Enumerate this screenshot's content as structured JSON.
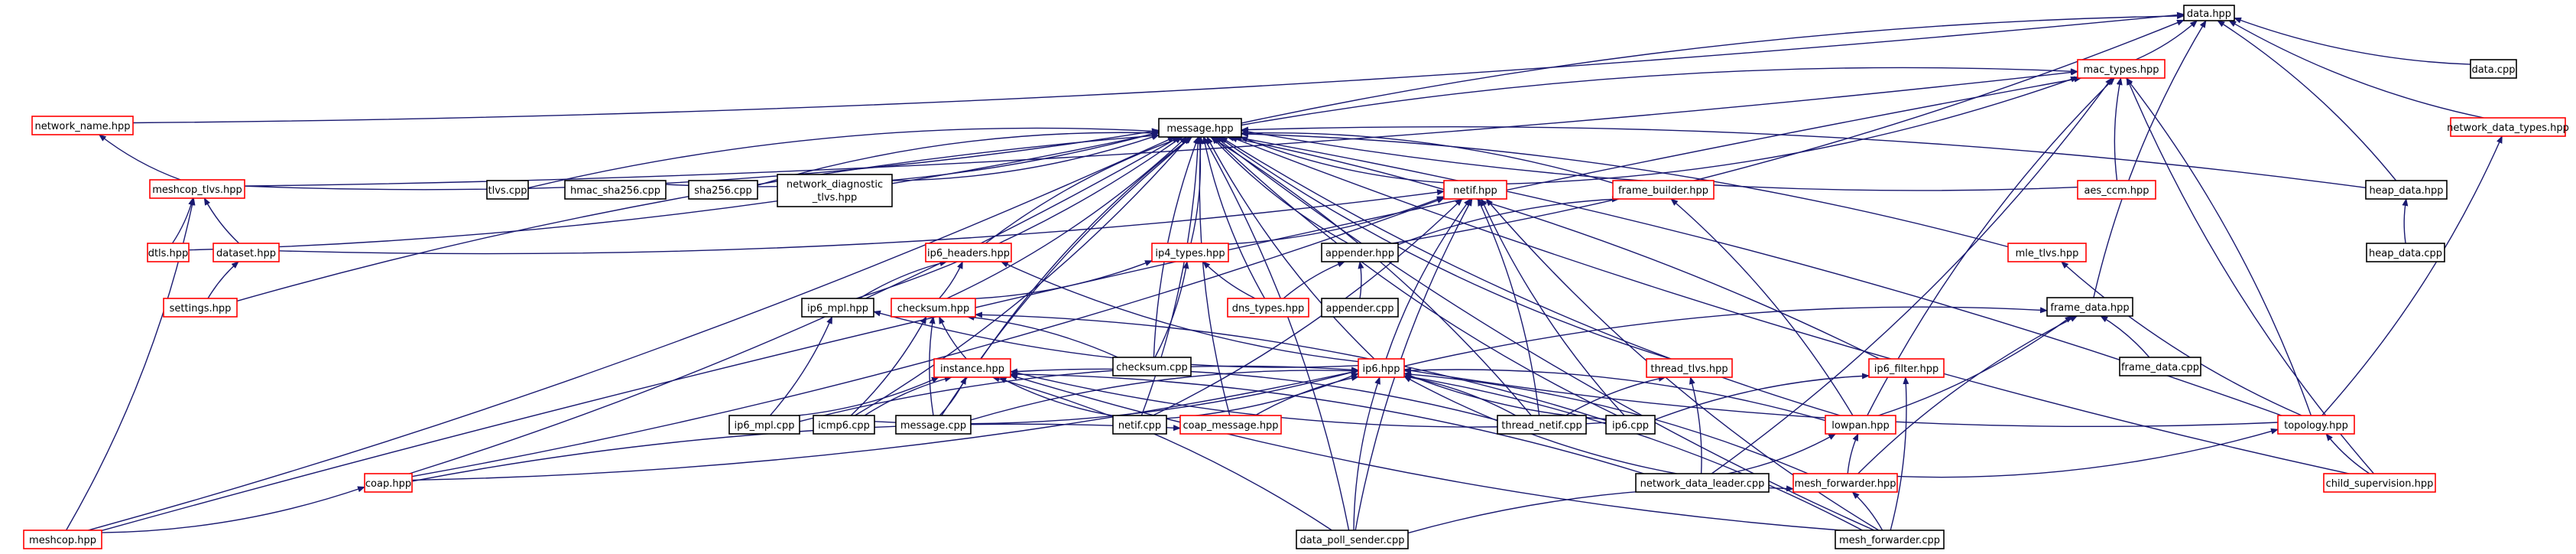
{
  "colors": {
    "edge": "#191970",
    "border_red": "#ff0000",
    "border_black": "#000000",
    "root_fill": "#bfbfbf",
    "background": "#ffffff"
  },
  "nodes": [
    {
      "id": "data_hpp",
      "label": "data.hpp",
      "style": "root"
    },
    {
      "id": "data_cpp",
      "label": "data.cpp",
      "style": "black"
    },
    {
      "id": "mac_types_hpp",
      "label": "mac_types.hpp",
      "style": "red"
    },
    {
      "id": "network_data_types_hpp",
      "label": "network_data_types.hpp",
      "style": "red"
    },
    {
      "id": "network_name_hpp",
      "label": "network_name.hpp",
      "style": "red"
    },
    {
      "id": "message_hpp",
      "label": "message.hpp",
      "style": "black"
    },
    {
      "id": "meshcop_tlvs_hpp",
      "label": "meshcop_tlvs.hpp",
      "style": "red"
    },
    {
      "id": "tlvs_cpp",
      "label": "tlvs.cpp",
      "style": "black"
    },
    {
      "id": "hmac_sha256_cpp",
      "label": "hmac_sha256.cpp",
      "style": "black"
    },
    {
      "id": "sha256_cpp",
      "label": "sha256.cpp",
      "style": "black"
    },
    {
      "id": "network_diagnostic_tlvs_hpp",
      "label": "network_diagnostic_tlvs.hpp",
      "style": "black"
    },
    {
      "id": "aes_ccm_hpp",
      "label": "aes_ccm.hpp",
      "style": "red"
    },
    {
      "id": "heap_data_hpp",
      "label": "heap_data.hpp",
      "style": "black"
    },
    {
      "id": "heap_data_cpp",
      "label": "heap_data.cpp",
      "style": "black"
    },
    {
      "id": "netif_hpp",
      "label": "netif.hpp",
      "style": "red"
    },
    {
      "id": "frame_builder_hpp",
      "label": "frame_builder.hpp",
      "style": "red"
    },
    {
      "id": "dtls_hpp",
      "label": "dtls.hpp",
      "style": "red"
    },
    {
      "id": "dataset_hpp",
      "label": "dataset.hpp",
      "style": "red"
    },
    {
      "id": "settings_hpp",
      "label": "settings.hpp",
      "style": "red"
    },
    {
      "id": "ip6_headers_hpp",
      "label": "ip6_headers.hpp",
      "style": "red"
    },
    {
      "id": "ip4_types_hpp",
      "label": "ip4_types.hpp",
      "style": "red"
    },
    {
      "id": "appender_hpp",
      "label": "appender.hpp",
      "style": "black"
    },
    {
      "id": "mle_tlvs_hpp",
      "label": "mle_tlvs.hpp",
      "style": "red"
    },
    {
      "id": "dns_types_hpp",
      "label": "dns_types.hpp",
      "style": "red"
    },
    {
      "id": "appender_cpp",
      "label": "appender.cpp",
      "style": "black"
    },
    {
      "id": "ip6_mpl_hpp",
      "label": "ip6_mpl.hpp",
      "style": "black"
    },
    {
      "id": "checksum_hpp",
      "label": "checksum.hpp",
      "style": "red"
    },
    {
      "id": "frame_data_hpp",
      "label": "frame_data.hpp",
      "style": "black"
    },
    {
      "id": "checksum_cpp",
      "label": "checksum.cpp",
      "style": "black"
    },
    {
      "id": "frame_data_cpp",
      "label": "frame_data.cpp",
      "style": "black"
    },
    {
      "id": "instance_hpp",
      "label": "instance.hpp",
      "style": "red"
    },
    {
      "id": "ip6_hpp",
      "label": "ip6.hpp",
      "style": "red"
    },
    {
      "id": "thread_tlvs_hpp",
      "label": "thread_tlvs.hpp",
      "style": "red"
    },
    {
      "id": "ip6_filter_hpp",
      "label": "ip6_filter.hpp",
      "style": "red"
    },
    {
      "id": "ip6_mpl_cpp",
      "label": "ip6_mpl.cpp",
      "style": "black"
    },
    {
      "id": "icmp6_cpp",
      "label": "icmp6.cpp",
      "style": "black"
    },
    {
      "id": "message_cpp",
      "label": "message.cpp",
      "style": "black"
    },
    {
      "id": "netif_cpp",
      "label": "netif.cpp",
      "style": "black"
    },
    {
      "id": "coap_message_hpp",
      "label": "coap_message.hpp",
      "style": "red"
    },
    {
      "id": "thread_netif_cpp",
      "label": "thread_netif.cpp",
      "style": "black"
    },
    {
      "id": "ip6_cpp",
      "label": "ip6.cpp",
      "style": "black"
    },
    {
      "id": "lowpan_hpp",
      "label": "lowpan.hpp",
      "style": "red"
    },
    {
      "id": "topology_hpp",
      "label": "topology.hpp",
      "style": "red"
    },
    {
      "id": "coap_hpp",
      "label": "coap.hpp",
      "style": "red"
    },
    {
      "id": "network_data_leader_cpp",
      "label": "network_data_leader.cpp",
      "style": "black"
    },
    {
      "id": "mesh_forwarder_hpp",
      "label": "mesh_forwarder.hpp",
      "style": "red"
    },
    {
      "id": "child_supervision_hpp",
      "label": "child_supervision.hpp",
      "style": "red"
    },
    {
      "id": "meshcop_hpp",
      "label": "meshcop.hpp",
      "style": "red"
    },
    {
      "id": "data_poll_sender_cpp",
      "label": "data_poll_sender.cpp",
      "style": "black"
    },
    {
      "id": "mesh_forwarder_cpp",
      "label": "mesh_forwarder.cpp",
      "style": "black"
    }
  ],
  "edges": [
    [
      "data_cpp",
      "data_hpp"
    ],
    [
      "mac_types_hpp",
      "data_hpp"
    ],
    [
      "network_data_types_hpp",
      "data_hpp"
    ],
    [
      "heap_data_hpp",
      "data_hpp"
    ],
    [
      "frame_data_hpp",
      "data_hpp"
    ],
    [
      "appender_hpp",
      "data_hpp"
    ],
    [
      "message_hpp",
      "data_hpp"
    ],
    [
      "network_name_hpp",
      "data_hpp"
    ],
    [
      "message_hpp",
      "mac_types_hpp"
    ],
    [
      "netif_hpp",
      "mac_types_hpp"
    ],
    [
      "aes_ccm_hpp",
      "mac_types_hpp"
    ],
    [
      "topology_hpp",
      "mac_types_hpp"
    ],
    [
      "lowpan_hpp",
      "mac_types_hpp"
    ],
    [
      "network_data_leader_cpp",
      "mac_types_hpp"
    ],
    [
      "meshcop_hpp",
      "mac_types_hpp"
    ],
    [
      "meshcop_tlvs_hpp",
      "mac_types_hpp"
    ],
    [
      "child_supervision_hpp",
      "mac_types_hpp"
    ],
    [
      "topology_hpp",
      "network_data_types_hpp"
    ],
    [
      "heap_data_cpp",
      "heap_data_hpp"
    ],
    [
      "frame_data_cpp",
      "frame_data_hpp"
    ],
    [
      "meshcop_tlvs_hpp",
      "network_name_hpp"
    ],
    [
      "meshcop_tlvs_hpp",
      "message_hpp"
    ],
    [
      "tlvs_cpp",
      "message_hpp"
    ],
    [
      "hmac_sha256_cpp",
      "message_hpp"
    ],
    [
      "sha256_cpp",
      "message_hpp"
    ],
    [
      "network_diagnostic_tlvs_hpp",
      "message_hpp"
    ],
    [
      "aes_ccm_hpp",
      "message_hpp"
    ],
    [
      "heap_data_hpp",
      "message_hpp"
    ],
    [
      "netif_hpp",
      "message_hpp"
    ],
    [
      "frame_builder_hpp",
      "message_hpp"
    ],
    [
      "ip6_headers_hpp",
      "message_hpp"
    ],
    [
      "ip4_types_hpp",
      "message_hpp"
    ],
    [
      "appender_hpp",
      "message_hpp"
    ],
    [
      "mle_tlvs_hpp",
      "message_hpp"
    ],
    [
      "dns_types_hpp",
      "message_hpp"
    ],
    [
      "checksum_hpp",
      "message_hpp"
    ],
    [
      "ip6_hpp",
      "message_hpp"
    ],
    [
      "ip6_mpl_hpp",
      "message_hpp"
    ],
    [
      "thread_tlvs_hpp",
      "message_hpp"
    ],
    [
      "ip6_filter_hpp",
      "message_hpp"
    ],
    [
      "coap_message_hpp",
      "message_hpp"
    ],
    [
      "coap_hpp",
      "message_hpp"
    ],
    [
      "lowpan_hpp",
      "message_hpp"
    ],
    [
      "topology_hpp",
      "message_hpp"
    ],
    [
      "settings_hpp",
      "message_hpp"
    ],
    [
      "dtls_hpp",
      "message_hpp"
    ],
    [
      "instance_hpp",
      "message_hpp"
    ],
    [
      "icmp6_cpp",
      "message_hpp"
    ],
    [
      "message_cpp",
      "message_hpp"
    ],
    [
      "netif_cpp",
      "message_hpp"
    ],
    [
      "checksum_cpp",
      "message_hpp"
    ],
    [
      "thread_netif_cpp",
      "message_hpp"
    ],
    [
      "mesh_forwarder_cpp",
      "message_hpp"
    ],
    [
      "meshcop_hpp",
      "message_hpp"
    ],
    [
      "child_supervision_hpp",
      "message_hpp"
    ],
    [
      "data_poll_sender_cpp",
      "message_hpp"
    ],
    [
      "ip6_cpp",
      "message_hpp"
    ],
    [
      "dtls_hpp",
      "meshcop_tlvs_hpp"
    ],
    [
      "dataset_hpp",
      "meshcop_tlvs_hpp"
    ],
    [
      "meshcop_hpp",
      "meshcop_tlvs_hpp"
    ],
    [
      "settings_hpp",
      "dataset_hpp"
    ],
    [
      "coap_hpp",
      "netif_hpp"
    ],
    [
      "ip6_hpp",
      "netif_hpp"
    ],
    [
      "thread_netif_cpp",
      "netif_hpp"
    ],
    [
      "ip6_cpp",
      "netif_hpp"
    ],
    [
      "netif_cpp",
      "netif_hpp"
    ],
    [
      "data_poll_sender_cpp",
      "netif_hpp"
    ],
    [
      "ip4_types_hpp",
      "netif_hpp"
    ],
    [
      "mesh_forwarder_cpp",
      "netif_hpp"
    ],
    [
      "dataset_hpp",
      "netif_hpp"
    ],
    [
      "appender_hpp",
      "frame_builder_hpp"
    ],
    [
      "lowpan_hpp",
      "frame_builder_hpp"
    ],
    [
      "ip6_mpl_hpp",
      "ip6_headers_hpp"
    ],
    [
      "checksum_hpp",
      "ip6_headers_hpp"
    ],
    [
      "ip6_hpp",
      "ip6_headers_hpp"
    ],
    [
      "checksum_hpp",
      "ip4_types_hpp"
    ],
    [
      "dns_types_hpp",
      "ip4_types_hpp"
    ],
    [
      "checksum_cpp",
      "ip4_types_hpp"
    ],
    [
      "dns_types_hpp",
      "appender_hpp"
    ],
    [
      "appender_cpp",
      "appender_hpp"
    ],
    [
      "topology_hpp",
      "mle_tlvs_hpp"
    ],
    [
      "ip6_mpl_cpp",
      "ip6_mpl_hpp"
    ],
    [
      "ip6_hpp",
      "ip6_mpl_hpp"
    ],
    [
      "checksum_cpp",
      "checksum_hpp"
    ],
    [
      "instance_hpp",
      "checksum_hpp"
    ],
    [
      "icmp6_cpp",
      "checksum_hpp"
    ],
    [
      "message_cpp",
      "checksum_hpp"
    ],
    [
      "ip6_cpp",
      "checksum_hpp"
    ],
    [
      "ip6_hpp",
      "frame_data_hpp"
    ],
    [
      "lowpan_hpp",
      "frame_data_hpp"
    ],
    [
      "mesh_forwarder_hpp",
      "frame_data_hpp"
    ],
    [
      "ip6_mpl_cpp",
      "instance_hpp"
    ],
    [
      "icmp6_cpp",
      "instance_hpp"
    ],
    [
      "message_cpp",
      "instance_hpp"
    ],
    [
      "netif_cpp",
      "instance_hpp"
    ],
    [
      "thread_netif_cpp",
      "instance_hpp"
    ],
    [
      "ip6_cpp",
      "instance_hpp"
    ],
    [
      "data_poll_sender_cpp",
      "instance_hpp"
    ],
    [
      "mesh_forwarder_cpp",
      "instance_hpp"
    ],
    [
      "network_data_leader_cpp",
      "instance_hpp"
    ],
    [
      "ip6_mpl_cpp",
      "ip6_hpp"
    ],
    [
      "icmp6_cpp",
      "ip6_hpp"
    ],
    [
      "message_cpp",
      "ip6_hpp"
    ],
    [
      "netif_cpp",
      "ip6_hpp"
    ],
    [
      "coap_message_hpp",
      "ip6_hpp"
    ],
    [
      "thread_netif_cpp",
      "ip6_hpp"
    ],
    [
      "ip6_cpp",
      "ip6_hpp"
    ],
    [
      "lowpan_hpp",
      "ip6_hpp"
    ],
    [
      "topology_hpp",
      "ip6_hpp"
    ],
    [
      "coap_hpp",
      "ip6_hpp"
    ],
    [
      "network_data_leader_cpp",
      "ip6_hpp"
    ],
    [
      "mesh_forwarder_hpp",
      "ip6_hpp"
    ],
    [
      "data_poll_sender_cpp",
      "ip6_hpp"
    ],
    [
      "mesh_forwarder_cpp",
      "ip6_hpp"
    ],
    [
      "thread_netif_cpp",
      "thread_tlvs_hpp"
    ],
    [
      "network_data_leader_cpp",
      "thread_tlvs_hpp"
    ],
    [
      "ip6_cpp",
      "ip6_filter_hpp"
    ],
    [
      "mesh_forwarder_cpp",
      "ip6_filter_hpp"
    ],
    [
      "coap_hpp",
      "coap_message_hpp"
    ],
    [
      "network_data_leader_cpp",
      "lowpan_hpp"
    ],
    [
      "mesh_forwarder_hpp",
      "lowpan_hpp"
    ],
    [
      "mesh_forwarder_hpp",
      "topology_hpp"
    ],
    [
      "child_supervision_hpp",
      "topology_hpp"
    ],
    [
      "meshcop_hpp",
      "coap_hpp"
    ],
    [
      "data_poll_sender_cpp",
      "mesh_forwarder_hpp"
    ],
    [
      "mesh_forwarder_cpp",
      "mesh_forwarder_hpp"
    ]
  ]
}
